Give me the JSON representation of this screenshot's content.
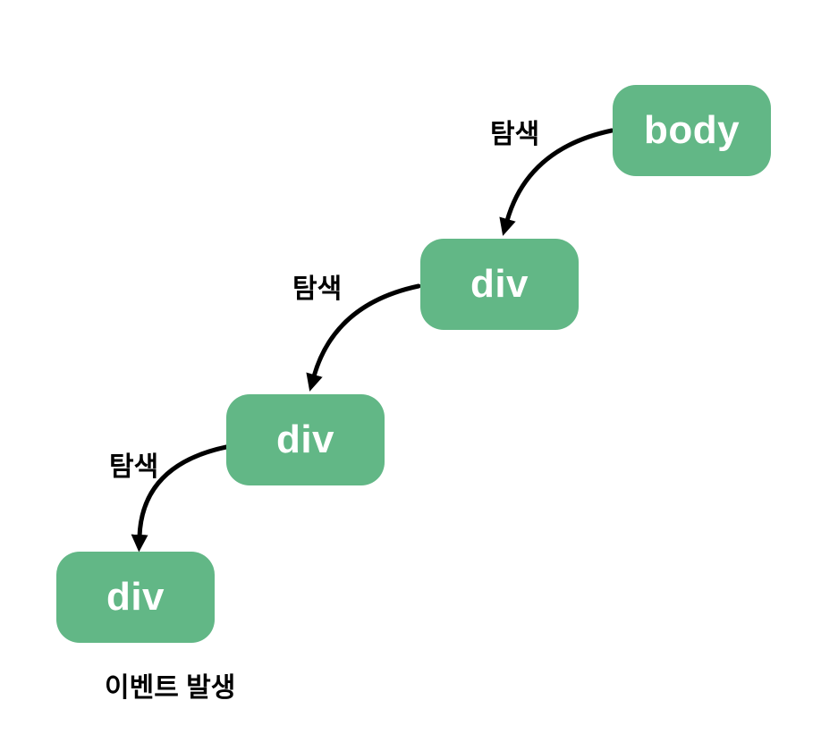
{
  "diagram": {
    "description": "DOM event traversal diagram",
    "nodes": [
      {
        "id": "body",
        "label": "body"
      },
      {
        "id": "div-1",
        "label": "div"
      },
      {
        "id": "div-2",
        "label": "div"
      },
      {
        "id": "div-3",
        "label": "div"
      }
    ],
    "edges": [
      {
        "from": "body",
        "to": "div-1",
        "label": "탐색"
      },
      {
        "from": "div-1",
        "to": "div-2",
        "label": "탐색"
      },
      {
        "from": "div-2",
        "to": "div-3",
        "label": "탐색"
      }
    ],
    "caption": "이벤트 발생",
    "colors": {
      "node_fill": "#62B786",
      "node_text": "#FFFFFF",
      "arrow": "#000000",
      "label_text": "#000000",
      "background": "#FFFFFF"
    }
  }
}
